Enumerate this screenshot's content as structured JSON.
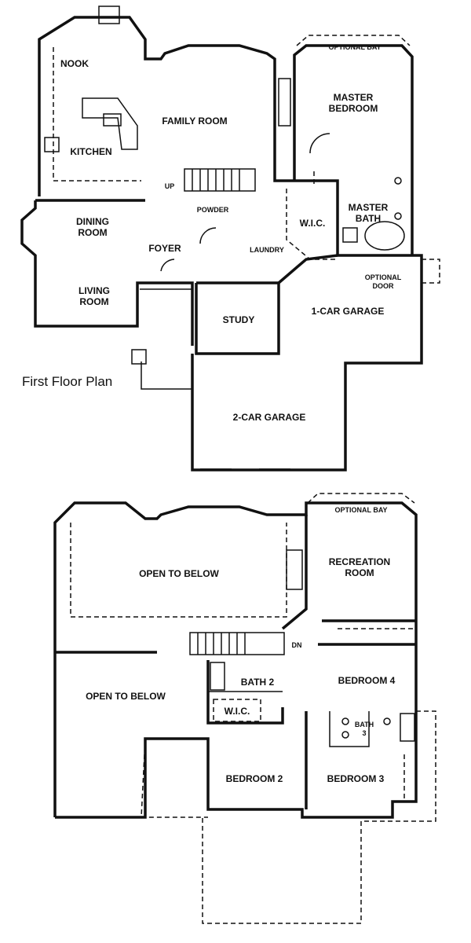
{
  "first_floor": {
    "caption": "First Floor Plan",
    "rooms": {
      "nook": "NOOK",
      "family_room": "FAMILY ROOM",
      "kitchen": "KITCHEN",
      "master_bedroom_1": "MASTER",
      "master_bedroom_2": "BEDROOM",
      "optional_bay": "OPTIONAL BAY",
      "up": "UP",
      "powder": "POWDER",
      "wic": "W.I.C.",
      "master_bath_1": "MASTER",
      "master_bath_2": "BATH",
      "dining_room_1": "DINING",
      "dining_room_2": "ROOM",
      "foyer": "FOYER",
      "laundry": "LAUNDRY",
      "living_room_1": "LIVING",
      "living_room_2": "ROOM",
      "optional_door_1": "OPTIONAL",
      "optional_door_2": "DOOR",
      "study": "STUDY",
      "one_car_garage": "1-CAR GARAGE",
      "two_car_garage": "2-CAR GARAGE"
    }
  },
  "second_floor": {
    "rooms": {
      "optional_bay": "OPTIONAL BAY",
      "open_to_below_upper": "OPEN TO BELOW",
      "recreation_room_1": "RECREATION",
      "recreation_room_2": "ROOM",
      "dn": "DN",
      "bath_2": "BATH 2",
      "bedroom_4": "BEDROOM 4",
      "open_to_below_lower": "OPEN TO BELOW",
      "wic": "W.I.C.",
      "bath_3_1": "BATH",
      "bath_3_2": "3",
      "bedroom_2": "BEDROOM 2",
      "bedroom_3": "BEDROOM 3"
    }
  }
}
